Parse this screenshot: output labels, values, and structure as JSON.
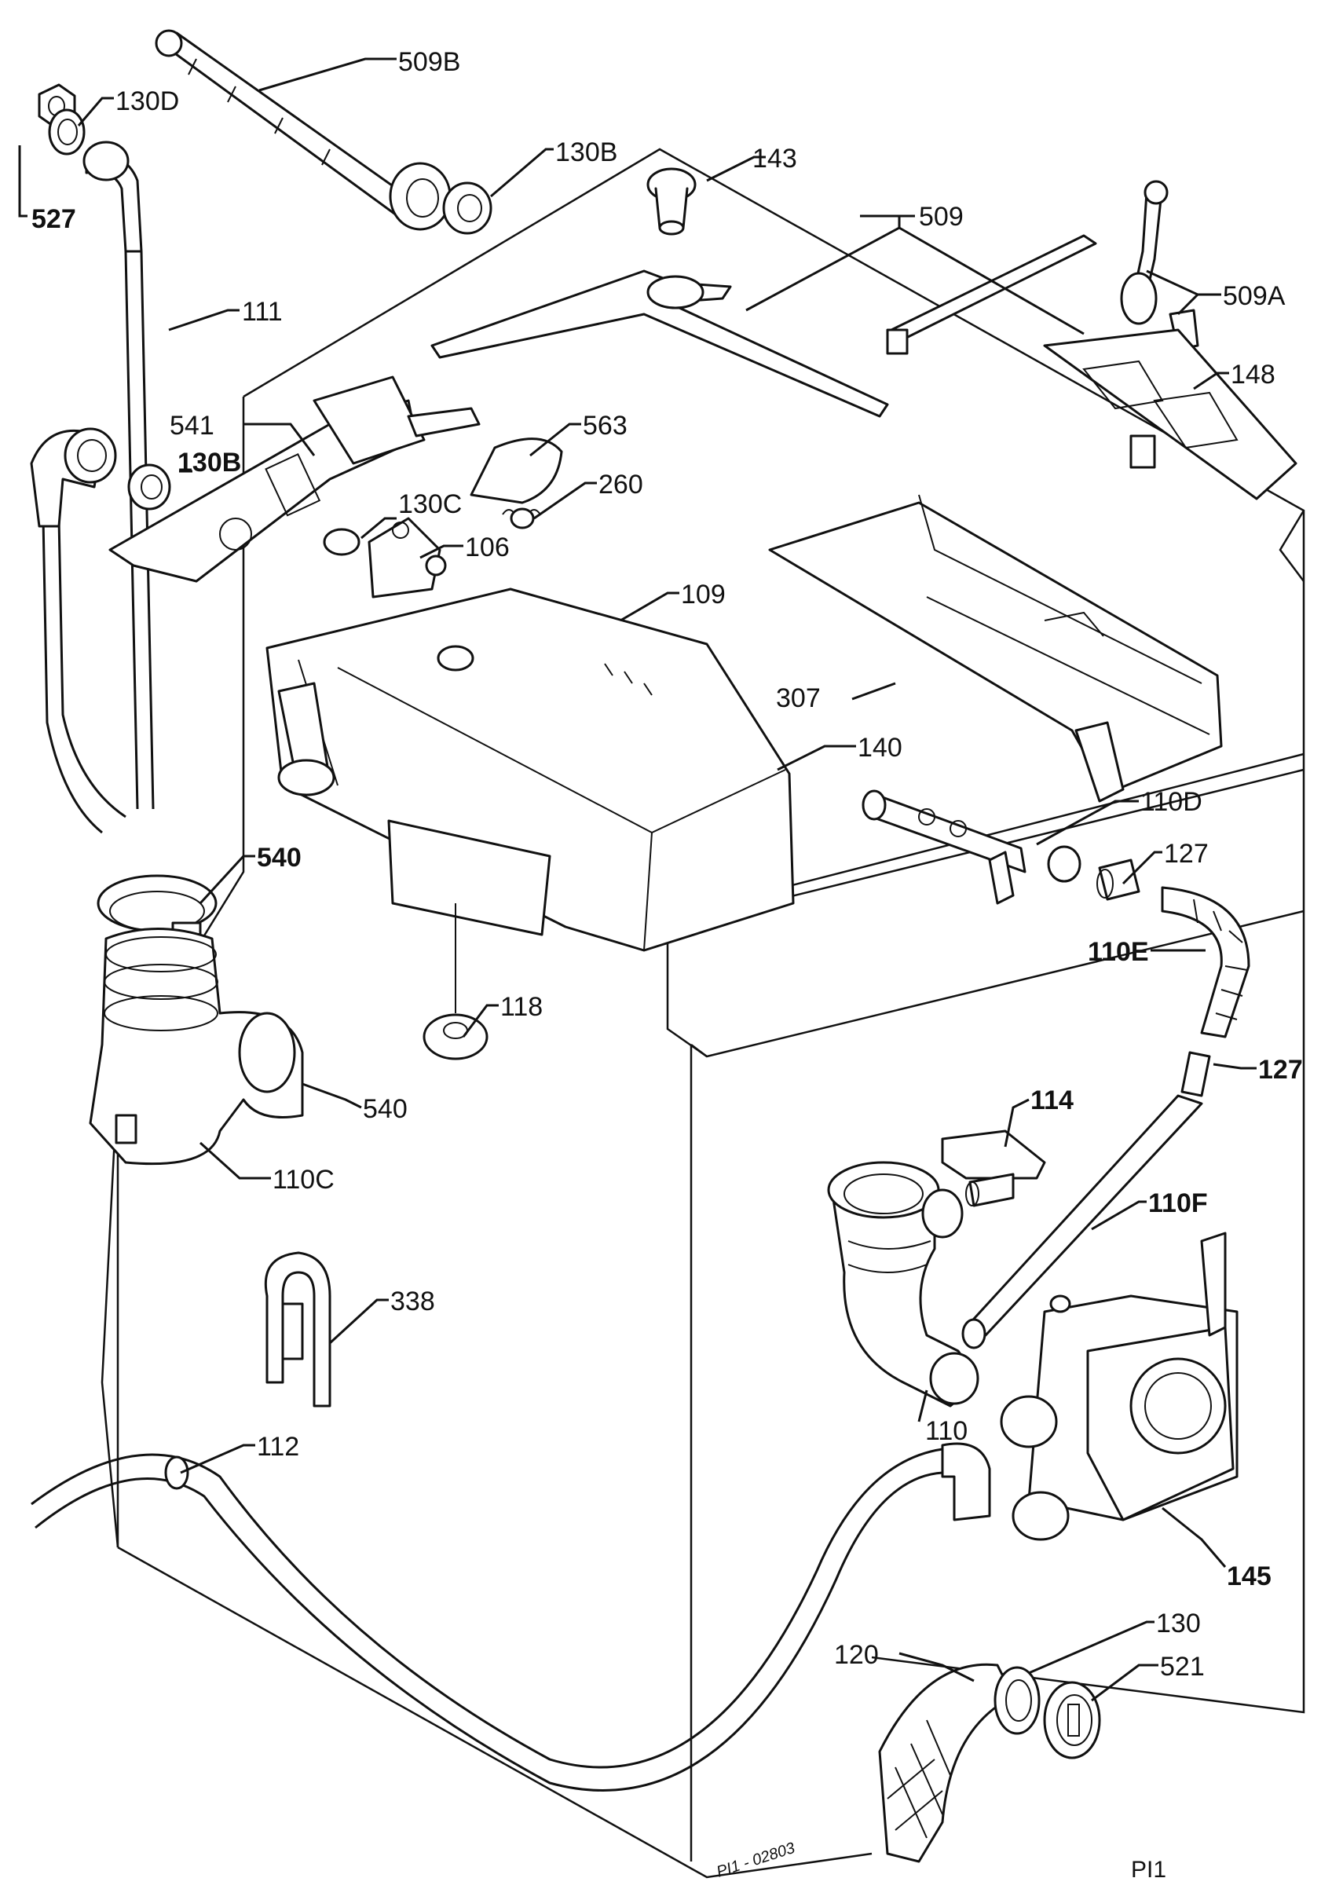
{
  "diagram": {
    "drawing_code": "PI1 - 02803",
    "page_ref": "PI1",
    "labels": {
      "509B": "509B",
      "130D": "130D",
      "527": "527",
      "130B_top": "130B",
      "143": "143",
      "509": "509",
      "111": "111",
      "509A": "509A",
      "148": "148",
      "541": "541",
      "130B_mid": "130B",
      "563": "563",
      "260": "260",
      "130C": "130C",
      "106": "106",
      "109": "109",
      "307": "307",
      "140": "140",
      "110D": "110D",
      "540_top": "540",
      "127_top": "127",
      "110E": "110E",
      "118": "118",
      "540_bottom": "540",
      "127_bottom": "127",
      "114": "114",
      "110C": "110C",
      "110F": "110F",
      "338": "338",
      "110": "110",
      "112": "112",
      "145": "145",
      "130": "130",
      "120": "120",
      "521": "521"
    }
  }
}
